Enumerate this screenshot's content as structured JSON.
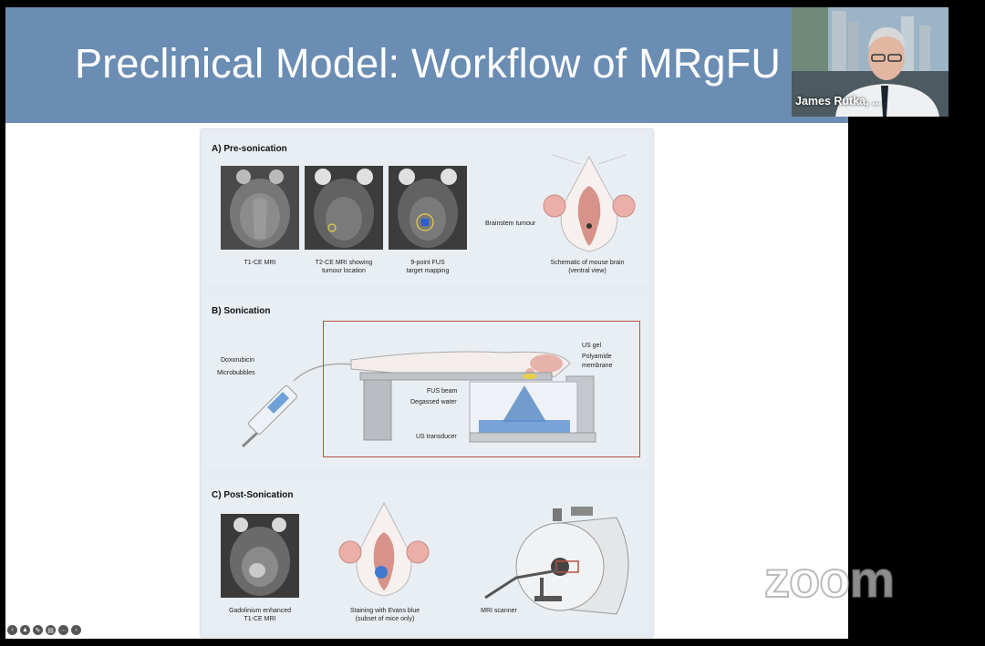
{
  "slide": {
    "title": "Preclinical Model: Workflow of MRgFU"
  },
  "participant": {
    "name": "James Rutka, ..."
  },
  "watermark": "zoom",
  "figure": {
    "panel_a": {
      "label": "A) Pre-sonication",
      "captions": {
        "t1": "T1-CE MRI",
        "t2_line1": "T2-CE MRI showing",
        "t2_line2": "tumour location",
        "fus_line1": "9-point FUS",
        "fus_line2": "target mapping",
        "schem_line1": "Schematic of mouse brain",
        "schem_line2": "(ventral view)"
      },
      "brainstem_label": "Brainstem tumour"
    },
    "panel_b": {
      "label": "B) Sonication",
      "labels": {
        "doxorubicin": "Doxorubicin",
        "microbubbles": "Microbubbles",
        "us_gel": "US gel",
        "polyamide_1": "Polyamide",
        "polyamide_2": "membrane",
        "fus_beam": "FUS beam",
        "degassed_water": "Degassed water",
        "us_transducer": "US transducer"
      }
    },
    "panel_c": {
      "label": "C) Post-Sonication",
      "captions": {
        "gad_line1": "Gadolinium enhanced",
        "gad_line2": "T1-CE MRI",
        "evans_line1": "Staining with Evans blue",
        "evans_line2": "(subset of mice only)",
        "mri_scanner": "MRI scanner"
      }
    }
  },
  "controls": [
    "prev-slide",
    "annotate",
    "draw",
    "captions",
    "more",
    "next-slide"
  ],
  "colors": {
    "title_bar": "#6b8db4",
    "accent_red": "#b5533f",
    "fus_blue": "#4a7fc0"
  }
}
